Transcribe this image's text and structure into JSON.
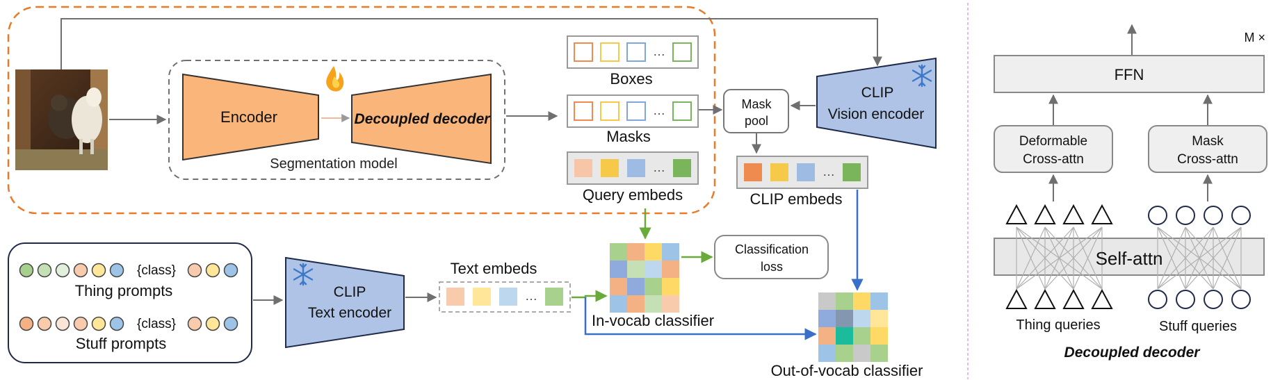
{
  "labels": {
    "encoder": "Encoder",
    "decoupled_decoder": "Decoupled decoder",
    "segmentation_model": "Segmentation model",
    "boxes": "Boxes",
    "masks": "Masks",
    "query_embeds": "Query embeds",
    "mask_pool_1": "Mask",
    "mask_pool_2": "pool",
    "clip_vision_1": "CLIP",
    "clip_vision_2": "Vision encoder",
    "clip_embeds": "CLIP embeds",
    "thing_prompts": "Thing prompts",
    "stuff_prompts": "Stuff prompts",
    "class_token": "{class}",
    "clip_text_1": "CLIP",
    "clip_text_2": "Text encoder",
    "text_embeds": "Text embeds",
    "classification_loss_1": "Classification",
    "classification_loss_2": "loss",
    "in_vocab_classifier": "In-vocab classifier",
    "out_of_vocab_classifier": "Out-of-vocab classifier",
    "ffn": "FFN",
    "m_times": "M ×",
    "deformable_1": "Deformable",
    "deformable_2": "Cross-attn",
    "mask_cross_1": "Mask",
    "mask_cross_2": "Cross-attn",
    "self_attn": "Self-attn",
    "thing_queries": "Thing queries",
    "stuff_queries": "Stuff queries",
    "decoder_caption": "Decoupled decoder"
  },
  "icons": {
    "snowflake": "snowflake-icon",
    "fire": "fire-icon",
    "ellipsis": "…"
  },
  "colors": {
    "encoder_fill": "#f9b57a",
    "clip_fill": "#aec3e6",
    "orange_dash": "#e87b2a",
    "green_arrow": "#6aaa3a",
    "blue_arrow": "#3a6fc9",
    "gray_arrow": "#6f6f6f",
    "swatch_orange": "#f08b50",
    "swatch_yellow": "#f7c948",
    "swatch_blue": "#7fa7dc",
    "swatch_green": "#7ab55c"
  }
}
